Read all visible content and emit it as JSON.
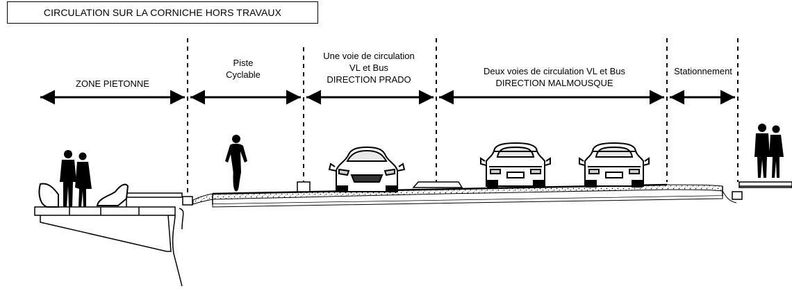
{
  "title": "CIRCULATION SUR LA CORNICHE HORS TRAVAUX",
  "zones": [
    {
      "id": "pietonne",
      "lines": [
        "ZONE PIETONNE"
      ]
    },
    {
      "id": "cyclable",
      "lines": [
        "Piste",
        "Cyclable"
      ]
    },
    {
      "id": "prado",
      "lines": [
        "Une voie de circulation",
        "VL et Bus",
        "DIRECTION PRADO"
      ]
    },
    {
      "id": "malmousque",
      "lines": [
        "Deux voies de circulation VL et Bus",
        "DIRECTION MALMOUSQUE"
      ]
    },
    {
      "id": "stationnement",
      "lines": [
        "Stationnement"
      ]
    }
  ]
}
